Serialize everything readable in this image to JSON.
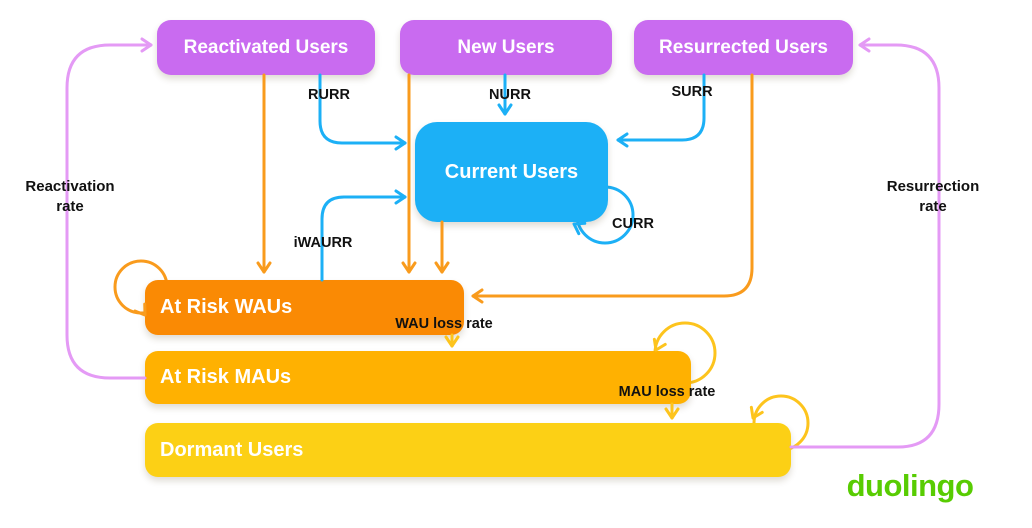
{
  "diagram": {
    "nodes": {
      "reactivated": {
        "label": "Reactivated Users",
        "color": "#C96BF0"
      },
      "new_users": {
        "label": "New Users",
        "color": "#C96BF0"
      },
      "resurrected": {
        "label": "Resurrected Users",
        "color": "#C96BF0"
      },
      "current": {
        "label": "Current Users",
        "color": "#1CB0F6"
      },
      "at_risk_waus": {
        "label": "At Risk WAUs",
        "color": "#FA8A04"
      },
      "at_risk_maus": {
        "label": "At Risk MAUs",
        "color": "#FFB101"
      },
      "dormant": {
        "label": "Dormant Users",
        "color": "#FCD015"
      }
    },
    "edge_labels": {
      "rurr": "RURR",
      "nurr": "NURR",
      "surr": "SURR",
      "curr": "CURR",
      "iwaurr": "iWAURR",
      "wau_loss": "WAU loss rate",
      "mau_loss": "MAU loss rate",
      "reactivation": "Reactivation rate",
      "resurrection": "Resurrection rate"
    },
    "logo": "duolingo",
    "colors": {
      "blue_line": "#1CB0F6",
      "orange_line": "#F99B1D",
      "yellow_line": "#FDC41D",
      "purple_line": "#E49AF5",
      "logo_green": "#58CC02"
    }
  }
}
